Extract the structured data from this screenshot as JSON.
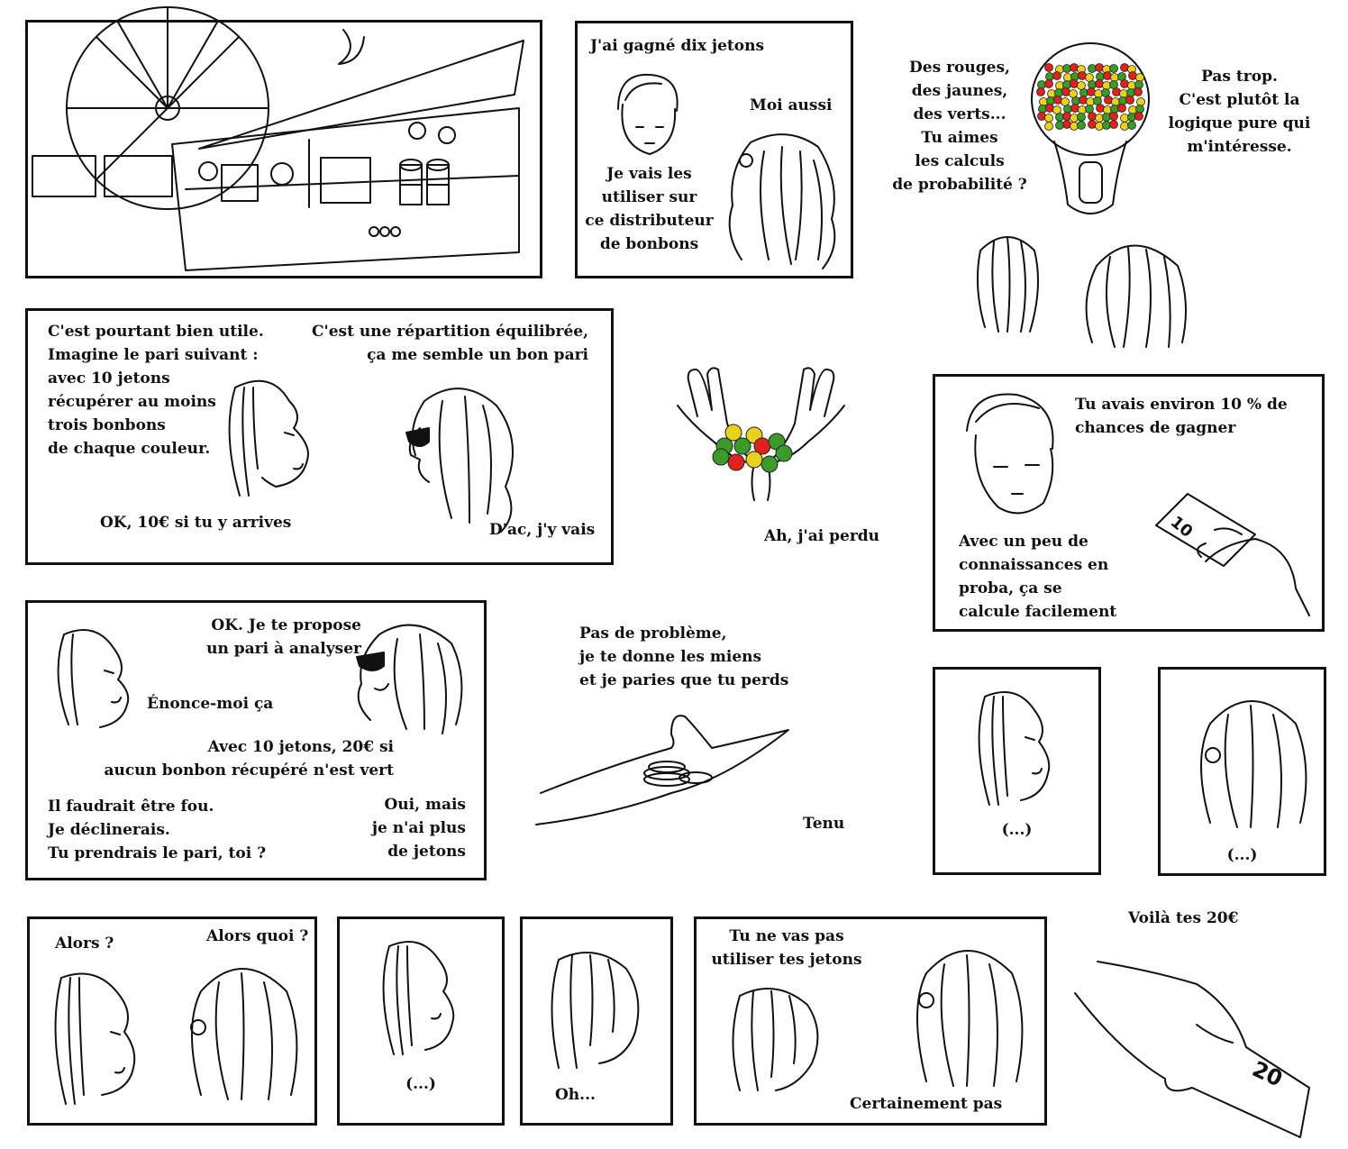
{
  "panels": {
    "p2": {
      "line1": "J'ai gagné dix jetons",
      "line2": "Moi aussi",
      "line3": "Je vais les\nutiliser sur\nce distributeur\nde bonbons"
    },
    "p3": {
      "question": "Des rouges,\ndes jaunes,\ndes verts...\nTu aimes\nles calculs\nde probabilité ?",
      "answer": "Pas trop.\nC'est plutôt la\nlogique pure qui\nm'intéresse."
    },
    "p4": {
      "line1": "C'est pourtant bien utile.\nImagine le pari suivant :\navec 10 jetons\nrécupérer au moins\ntrois bonbons\nde chaque couleur.",
      "line2": "C'est une répartition équilibrée,\nça me semble un bon pari",
      "line3": "OK, 10€ si tu y arrives",
      "line4": "D'ac, j'y vais"
    },
    "p5": {
      "line1": "Ah, j'ai perdu"
    },
    "p6": {
      "line1": "Tu avais environ 10 % de\nchances de gagner",
      "line2": "Avec un peu de\nconnaissances en\nproba, ça se\ncalcule facilement",
      "note_value": "10"
    },
    "p7": {
      "line1": "OK. Je te propose\nun pari à analyser",
      "line2": "Énonce-moi ça",
      "line3": "Avec 10 jetons, 20€ si\naucun bonbon récupéré n'est vert",
      "line4": "Il faudrait être fou.\nJe déclinerais.\nTu prendrais le pari, toi ?",
      "line5": "Oui, mais\nje n'ai plus\nde jetons"
    },
    "p8": {
      "line1": "Pas de problème,\nje te donne les miens\net je paries que tu perds",
      "line2": "Tenu"
    },
    "p9": {
      "line1": "(...)"
    },
    "p10": {
      "line1": "(...)"
    },
    "p11": {
      "line1": "Alors ?",
      "line2": "Alors quoi ?"
    },
    "p12": {
      "line1": "(...)"
    },
    "p13": {
      "line1": "Oh..."
    },
    "p14": {
      "line1": "Tu ne vas pas\nutiliser tes jetons",
      "line2": "Certainement pas"
    },
    "p15": {
      "line1": "Voilà tes 20€",
      "note_value": "20"
    }
  },
  "colors": {
    "ink": "#111111",
    "candy_red": "#e0221c",
    "candy_yellow": "#e8d21e",
    "candy_green": "#3a9a2a"
  }
}
